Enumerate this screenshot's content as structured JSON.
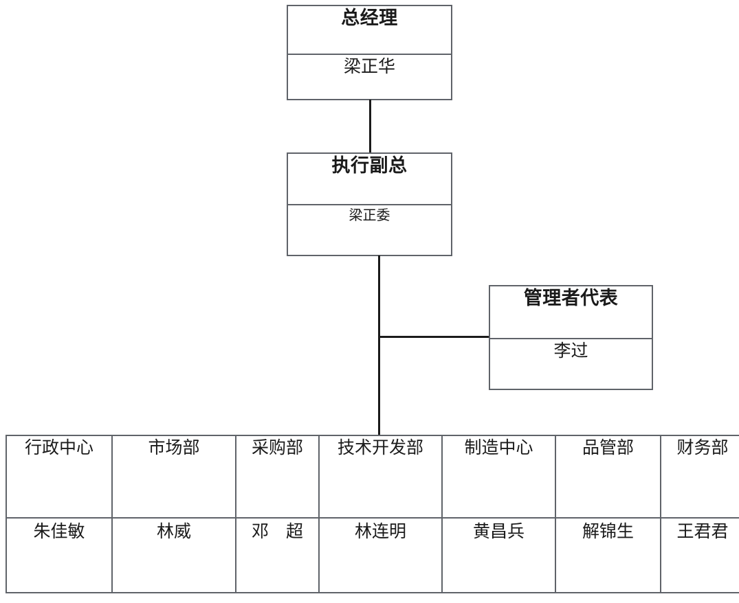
{
  "chart": {
    "type": "org-chart",
    "title": "",
    "nodes": [
      {
        "id": "general-manager",
        "title": "总经理",
        "person": "梁正华",
        "level": 1
      },
      {
        "id": "executive-vice-president",
        "title": "执行副总",
        "person": "梁正委",
        "level": 2
      },
      {
        "id": "management-representative",
        "title": "管理者代表",
        "person": "李过",
        "level": 3
      }
    ],
    "departments": [
      {
        "name": "行政中心",
        "person": "朱佳敏"
      },
      {
        "name": "市场部",
        "person": "林威"
      },
      {
        "name": "采购部",
        "person": "邓　超"
      },
      {
        "name": "技术开发部",
        "person": "林连明"
      },
      {
        "name": "制造中心",
        "person": "黄昌兵"
      },
      {
        "name": "品管部",
        "person": "解锦生"
      },
      {
        "name": "财务部",
        "person": "王君君"
      }
    ],
    "edges": [
      {
        "from": "general-manager",
        "to": "executive-vice-president"
      },
      {
        "from": "executive-vice-president",
        "to": "management-representative"
      },
      {
        "from": "executive-vice-president",
        "to": "departments"
      }
    ],
    "colors": {
      "box_border": "#5f6369",
      "line": "#1a1a1a",
      "text": "#1a1a1a",
      "background": "#ffffff"
    }
  }
}
